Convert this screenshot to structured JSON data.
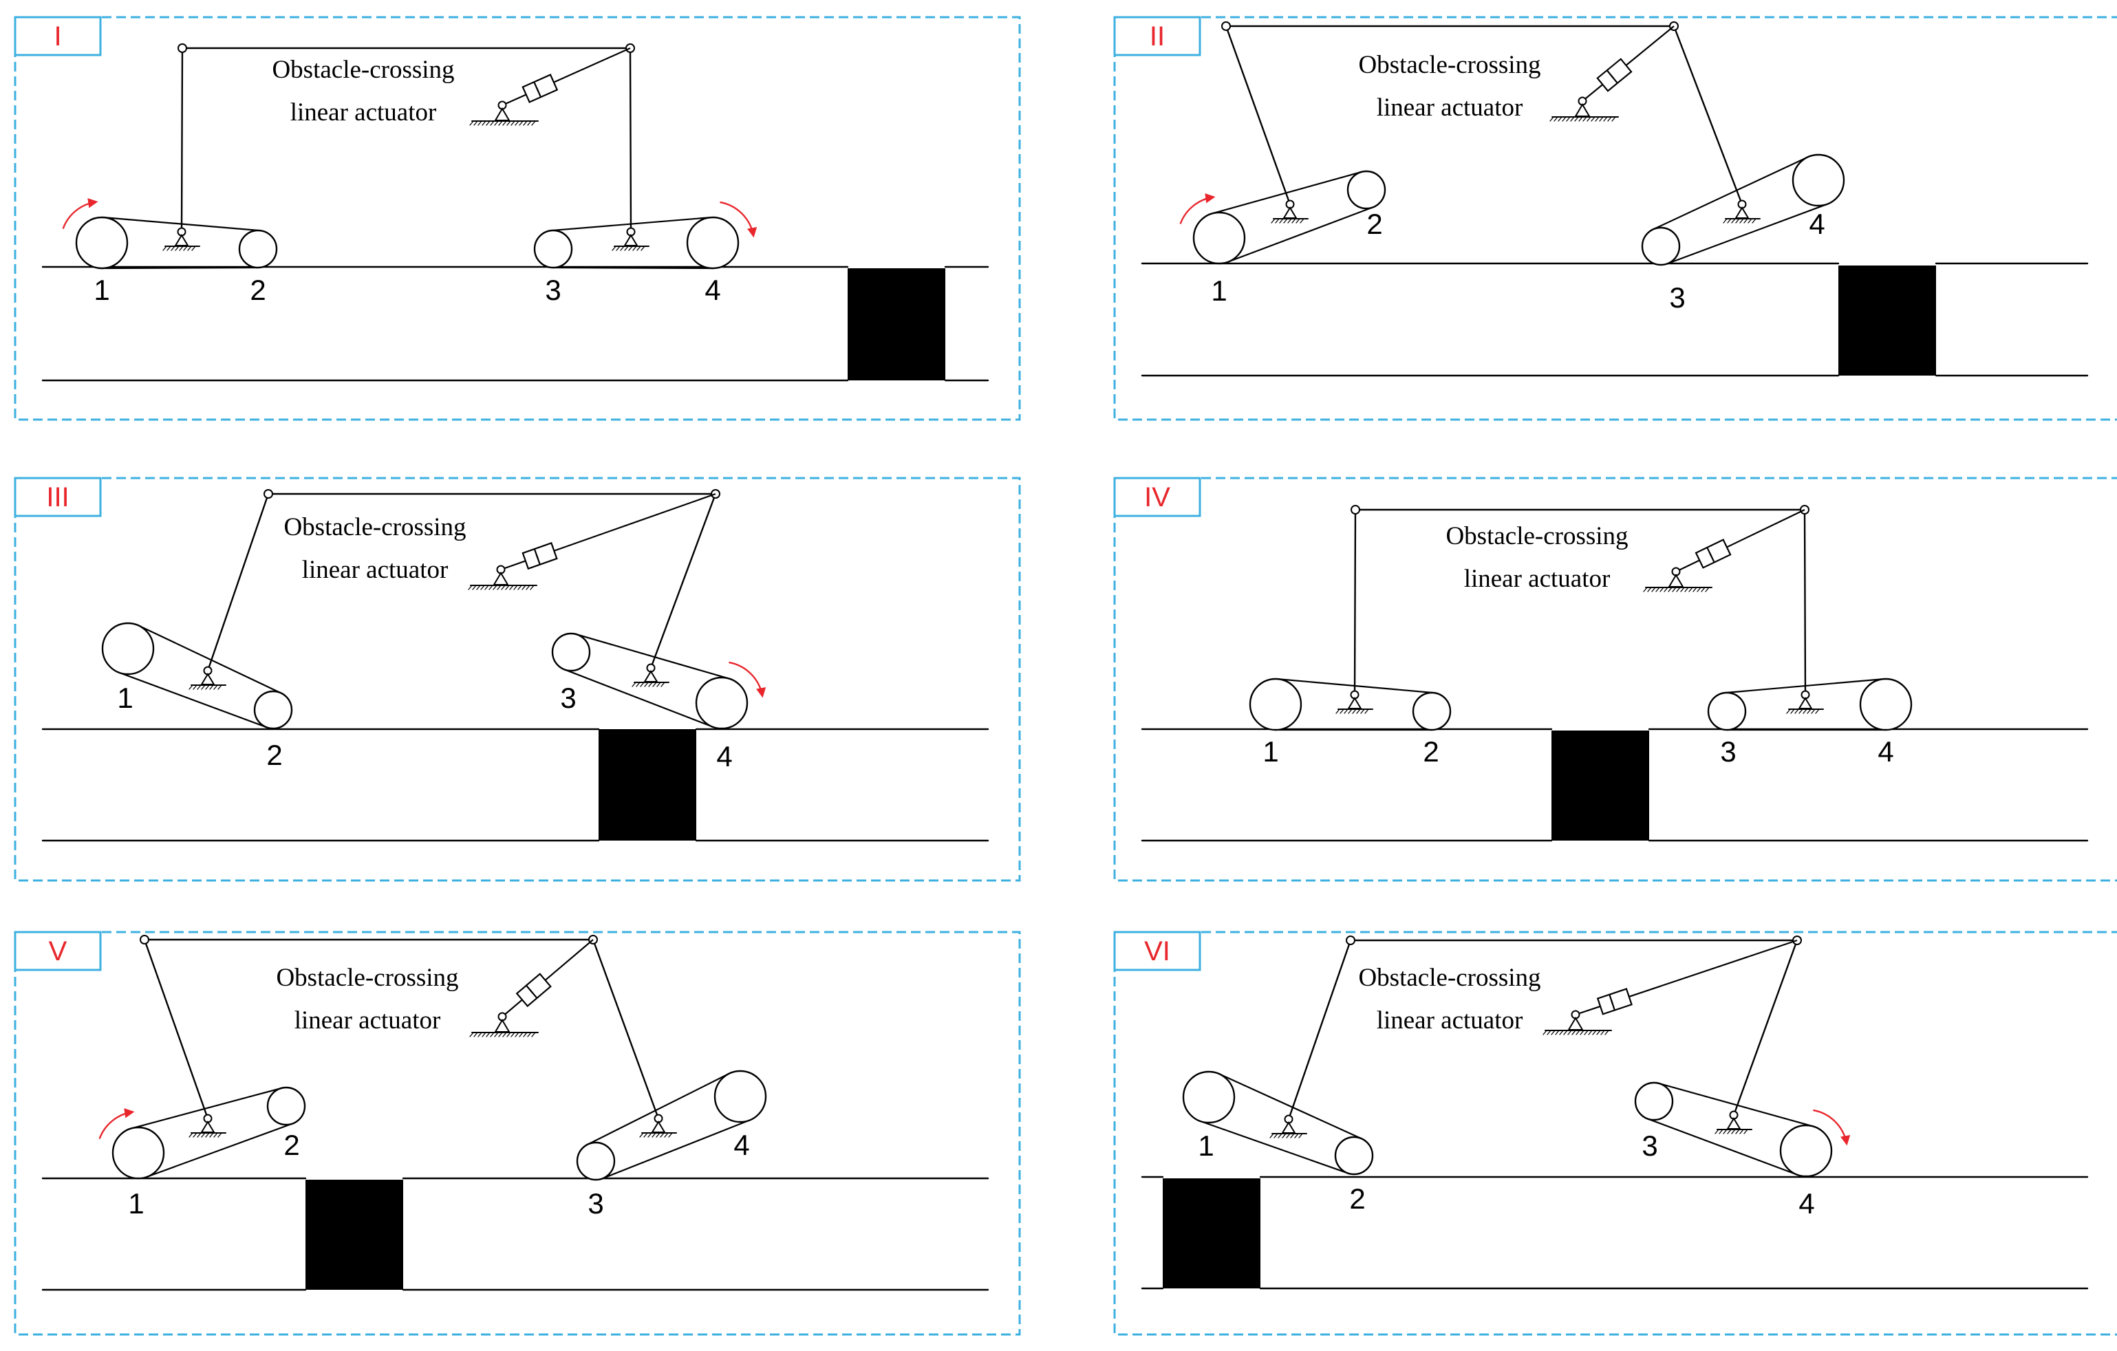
{
  "colors": {
    "frame": "#3DB0E0",
    "panel_label": "#E8262C",
    "rotation_arrow": "#E8262C",
    "line": "#000000",
    "obstacle": "#000000"
  },
  "actuator_label": [
    "Obstacle-crossing",
    "linear actuator"
  ],
  "panels": [
    {
      "label": "I",
      "wheel_labels": [
        "1",
        "2",
        "3",
        "4"
      ],
      "rotation_arrows": [
        "wheel-1",
        "wheel-4"
      ]
    },
    {
      "label": "II",
      "wheel_labels": [
        "1",
        "2",
        "3",
        "4"
      ],
      "rotation_arrows": [
        "wheel-1"
      ]
    },
    {
      "label": "III",
      "wheel_labels": [
        "1",
        "2",
        "3",
        "4"
      ],
      "rotation_arrows": [
        "wheel-4"
      ]
    },
    {
      "label": "IV",
      "wheel_labels": [
        "1",
        "2",
        "3",
        "4"
      ],
      "rotation_arrows": []
    },
    {
      "label": "V",
      "wheel_labels": [
        "1",
        "2",
        "3",
        "4"
      ],
      "rotation_arrows": [
        "wheel-1"
      ]
    },
    {
      "label": "VI",
      "wheel_labels": [
        "1",
        "2",
        "3",
        "4"
      ],
      "rotation_arrows": [
        "wheel-4"
      ]
    }
  ]
}
